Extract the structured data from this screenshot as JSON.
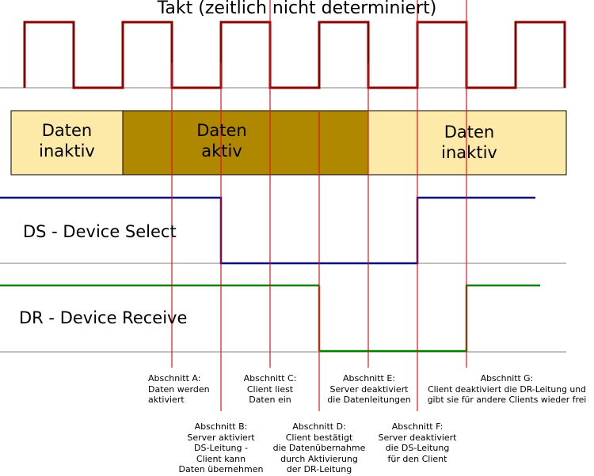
{
  "title": "Takt (zeitlich nicht determiniert)",
  "data_bus": {
    "segments": [
      {
        "text": "Daten\ninaktiv",
        "state": "inactive"
      },
      {
        "text": "Daten\naktiv",
        "state": "active"
      },
      {
        "text": "Daten\ninaktiv",
        "state": "inactive"
      }
    ]
  },
  "signals": {
    "ds": {
      "label": "DS - Device Select"
    },
    "dr": {
      "label": "DR - Device Receive"
    }
  },
  "annotations": {
    "a": "Abschnitt A:\nDaten werden\naktiviert",
    "b": "Abschnitt B:\nServer aktiviert\nDS-Leitung -\nClient kann\nDaten übernehmen",
    "c": "Abschnitt C:\nClient liest\nDaten ein",
    "d": "Abschnitt D:\nClient bestätigt\ndie Datenübernahme\ndurch Aktivierung\nder DR-Leitung",
    "e": "Abschnitt E:\nServer deaktiviert\ndie Datenleitungen",
    "f": "Abschnitt F:\nServer deaktiviert\ndie DS-Leitung\nfür den Client",
    "g": "Abschnitt G:\nClient deaktiviert die DR-Leitung und\ngibt sie für andere Clients wieder frei"
  },
  "colors": {
    "clock": "#8b0000",
    "marker": "#e0141e",
    "inactive_fill": "#fdeaa8",
    "active_fill": "#b08800",
    "ds_line": "#00007a",
    "dr_line": "#008000",
    "dr_falling_edge": "#806000",
    "baseline": "#808080"
  }
}
